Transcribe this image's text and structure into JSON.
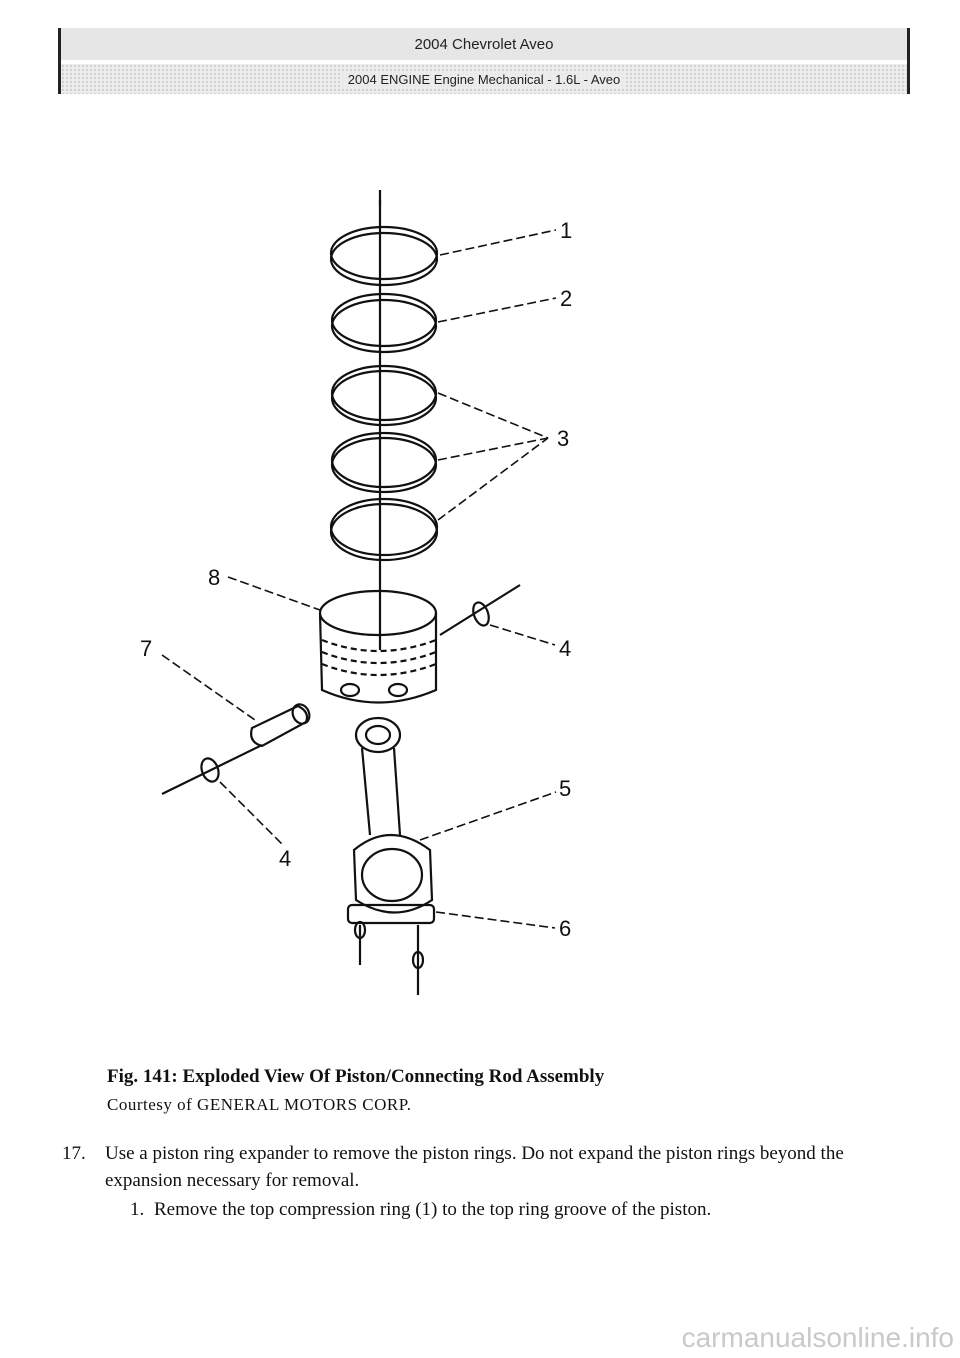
{
  "header": {
    "title": "2004 Chevrolet Aveo",
    "subtitle": "2004 ENGINE Engine Mechanical - 1.6L - Aveo"
  },
  "figure": {
    "callouts": {
      "c1": "1",
      "c2": "2",
      "c3": "3",
      "c4a": "4",
      "c4b": "4",
      "c5": "5",
      "c6": "6",
      "c7": "7",
      "c8": "8"
    },
    "caption": "Fig. 141: Exploded View Of Piston/Connecting Rod Assembly",
    "courtesy": "Courtesy of GENERAL MOTORS CORP."
  },
  "steps": [
    {
      "number": "17.",
      "text": "Use a piston ring expander to remove the piston rings. Do not expand the piston rings beyond the expansion necessary for removal.",
      "substeps": [
        {
          "number": "1.",
          "text": "Remove the top compression ring (1) to the top ring groove of the piston."
        }
      ]
    }
  ],
  "watermark": "carmanualsonline.info"
}
